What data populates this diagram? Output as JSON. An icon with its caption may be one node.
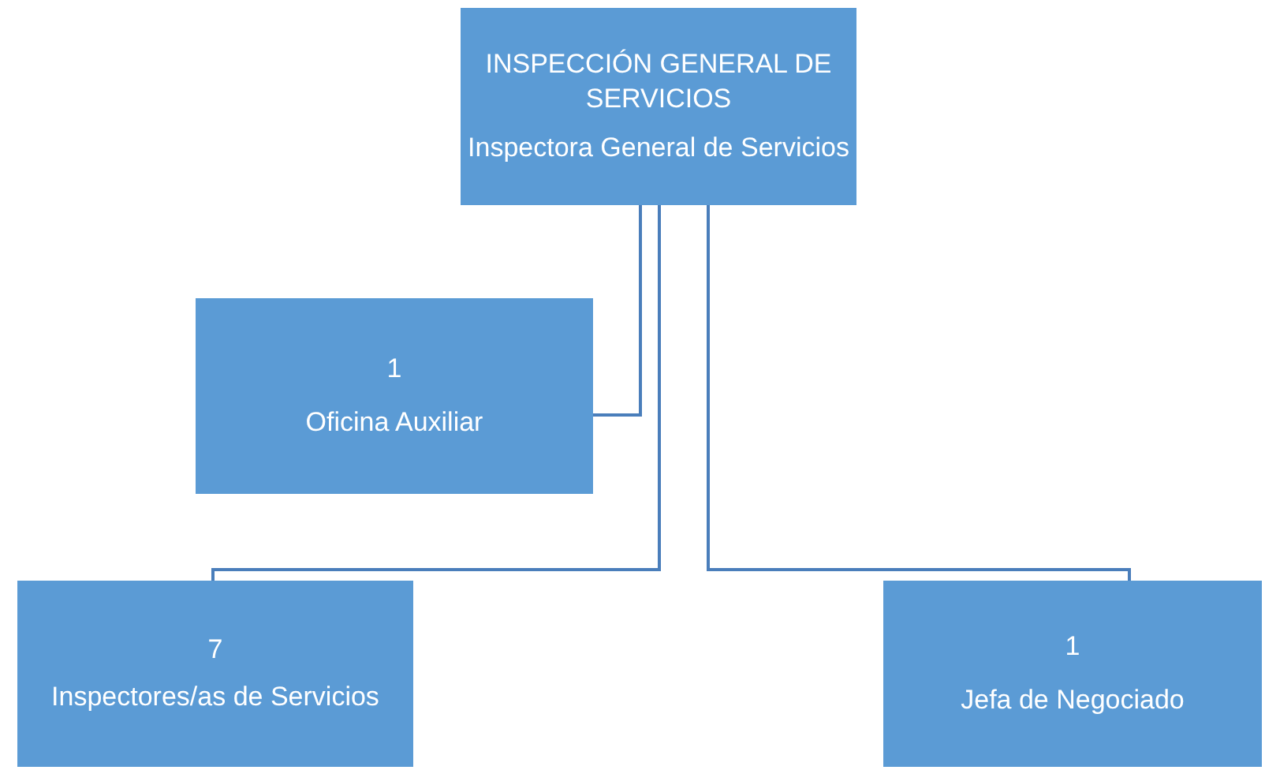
{
  "diagram": {
    "nodes": [
      {
        "text": [
          "INSPECCIÓN GENERAL DE SERVICIOS",
          "Inspectora General de Servicios"
        ]
      },
      {
        "text": [
          "1",
          "Oficina Auxiliar"
        ]
      },
      {
        "text": [
          "7",
          "Inspectores/as de Servicios"
        ]
      },
      {
        "text": [
          "1",
          "Jefa de Negociado"
        ]
      }
    ],
    "edges": [
      {
        "from": 0,
        "to": 1,
        "arrow": "none"
      },
      {
        "from": 0,
        "to": 2,
        "arrow": "none"
      },
      {
        "from": 0,
        "to": 3,
        "arrow": "none"
      }
    ]
  }
}
